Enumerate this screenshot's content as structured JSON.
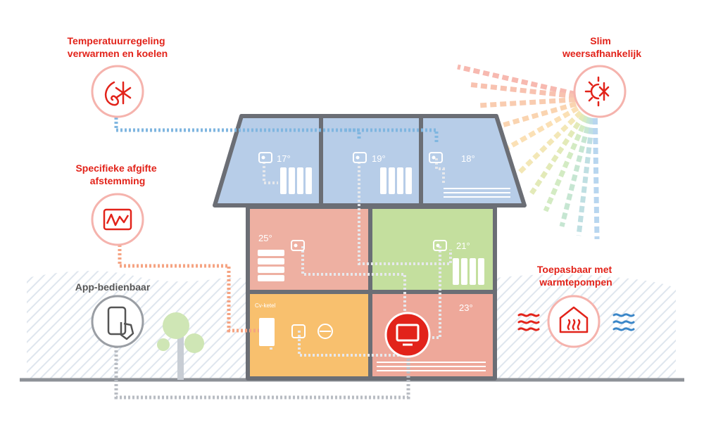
{
  "features": {
    "temperature": [
      "Temperatuurregeling",
      "verwarmen en koelen"
    ],
    "emission": [
      "Specifieke afgifte",
      "afstemming"
    ],
    "app": [
      "App-bedienbaar"
    ],
    "weather": [
      "Slim",
      "weersafhankelijk"
    ],
    "heatpump": [
      "Toepasbaar met",
      "warmtepompen"
    ]
  },
  "rooms": {
    "attic_left": "17°",
    "attic_middle": "19°",
    "attic_right": "18°",
    "first_left": "25°",
    "first_right": "21°",
    "ground_right": "23°",
    "boiler_label": "Cv-ketel"
  },
  "colors": {
    "accent": "#e2231a",
    "attic": "#b7cde8",
    "first_left": "#eeb0a2",
    "first_right": "#c4df9e",
    "ground_left": "#f8c06e",
    "ground_right": "#eea89a",
    "house_outline": "#6b6e75"
  },
  "icons": {
    "temperature": "heat-cool-icon",
    "emission": "emission-curve-icon",
    "app": "smartphone-touch-icon",
    "weather": "sun-snow-icon",
    "heatpump": "house-heat-icon",
    "controller": "room-controller-icon"
  }
}
